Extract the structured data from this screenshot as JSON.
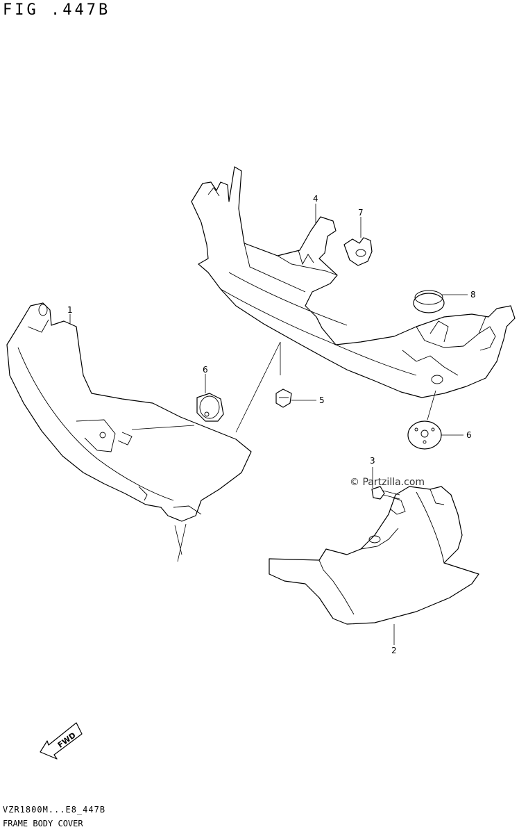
{
  "figure": {
    "title": "FIG .447B",
    "code": "VZR1800M...E8_447B",
    "subtitle": "FRAME BODY COVER"
  },
  "watermark": "© Partzilla.com",
  "fwd_label": "FWD",
  "callouts": {
    "c1": "1",
    "c2": "2",
    "c3": "3",
    "c4": "4",
    "c5": "5",
    "c6a": "6",
    "c6b": "6",
    "c7": "7",
    "c8": "8"
  }
}
